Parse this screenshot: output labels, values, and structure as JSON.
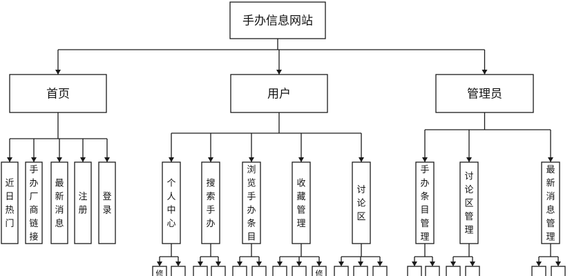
{
  "root": {
    "label": "手办信息网站"
  },
  "sections": [
    {
      "id": "home",
      "label": "首页",
      "children": [
        "近日热门",
        "手办厂商链接",
        "最新消息",
        "注册",
        "登录"
      ]
    },
    {
      "id": "user",
      "label": "用户",
      "children": [
        "个人中心",
        "搜索手办",
        "浏览手办条目",
        "收藏管理",
        "讨论区"
      ]
    },
    {
      "id": "admin",
      "label": "管理员",
      "children": [
        "手办条目管理",
        "讨论区管理",
        "最新消息管理"
      ]
    }
  ],
  "partial_bottom_chars": [
    "修",
    "修"
  ]
}
